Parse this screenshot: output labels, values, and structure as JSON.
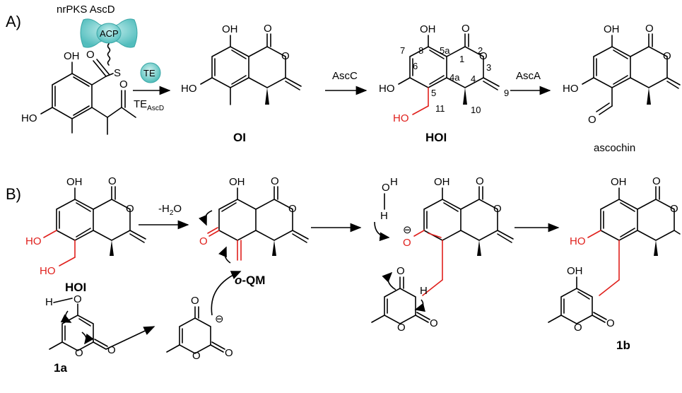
{
  "panel_a": {
    "label": "A)",
    "enzyme": "nrPKS AscD",
    "acp": "ACP",
    "te": "TE",
    "te_ascd_main": "TE",
    "te_ascd_sub": "AscD",
    "step2_enzyme": "AscC",
    "step3_enzyme": "AscA",
    "compound_ol": "OI",
    "compound_hol": "HOI",
    "compound_ascochin": "ascochin",
    "numbering": [
      "8",
      "7",
      "5a",
      "2",
      "1",
      "6",
      "3",
      "4a",
      "4",
      "5",
      "9",
      "11",
      "10"
    ]
  },
  "panel_b": {
    "label": "B)",
    "minus_water_prefix": "-H",
    "minus_water_sub": "2",
    "minus_water_suffix": "O",
    "compound_hol": "HOI",
    "oqm_italic": "o",
    "oqm_rest": "-QM",
    "compound_1a": "1a",
    "compound_1b": "1b",
    "anion": "⊖"
  },
  "atoms": {
    "OH": "OH",
    "HO": "HO",
    "O": "O",
    "S": "S",
    "H": "H"
  },
  "colors": {
    "highlight": "#e0201c",
    "acp_fill": "#5fc6c6",
    "te_fill": "#62c8c4"
  }
}
